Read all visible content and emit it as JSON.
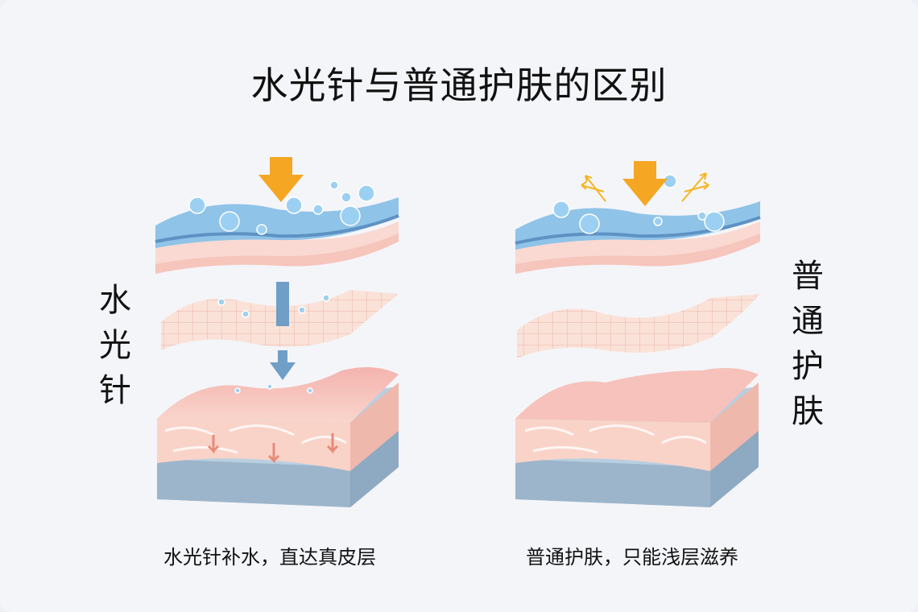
{
  "title": "水光针与普通护肤的区别",
  "left": {
    "label_chars": [
      "水",
      "光",
      "针"
    ],
    "caption": "水光针补水，直达真皮层"
  },
  "right": {
    "label_chars": [
      "普",
      "通",
      "护",
      "肤"
    ],
    "caption": "普通护肤，只能浅层滋养"
  },
  "colors": {
    "arrow": "#f5a623",
    "water_layer": "#8fc3e8",
    "skin_pink": "#f6c9c0",
    "base_blue": "#9fb6cc"
  }
}
